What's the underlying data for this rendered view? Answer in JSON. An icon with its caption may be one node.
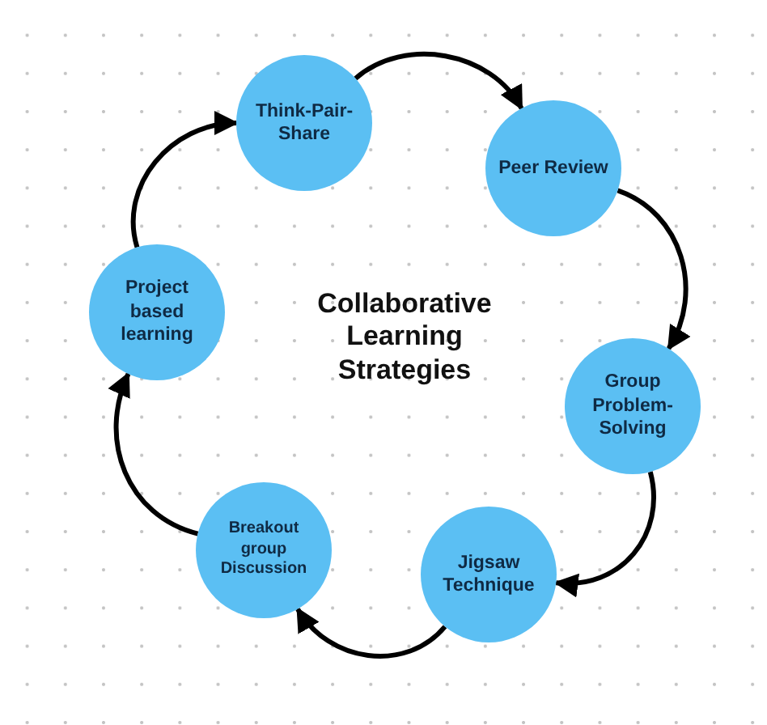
{
  "diagram": {
    "title": "Collaborative Learning Strategies",
    "nodes": [
      {
        "text": [
          "Think-Pair-Share"
        ]
      },
      {
        "text": [
          "Peer Review"
        ]
      },
      {
        "text": [
          "Group Problem-Solving"
        ]
      },
      {
        "text": [
          "Jigsaw Technique"
        ]
      },
      {
        "text": [
          "Breakout group Discussion"
        ]
      },
      {
        "text": [
          "Project based learning"
        ]
      }
    ],
    "edges": [
      {
        "from": 0,
        "to": 1,
        "arrow": "to"
      },
      {
        "from": 1,
        "to": 2,
        "arrow": "to"
      },
      {
        "from": 2,
        "to": 3,
        "arrow": "to"
      },
      {
        "from": 3,
        "to": 4,
        "arrow": "to"
      },
      {
        "from": 4,
        "to": 5,
        "arrow": "to"
      },
      {
        "from": 5,
        "to": 0,
        "arrow": "to"
      }
    ]
  }
}
